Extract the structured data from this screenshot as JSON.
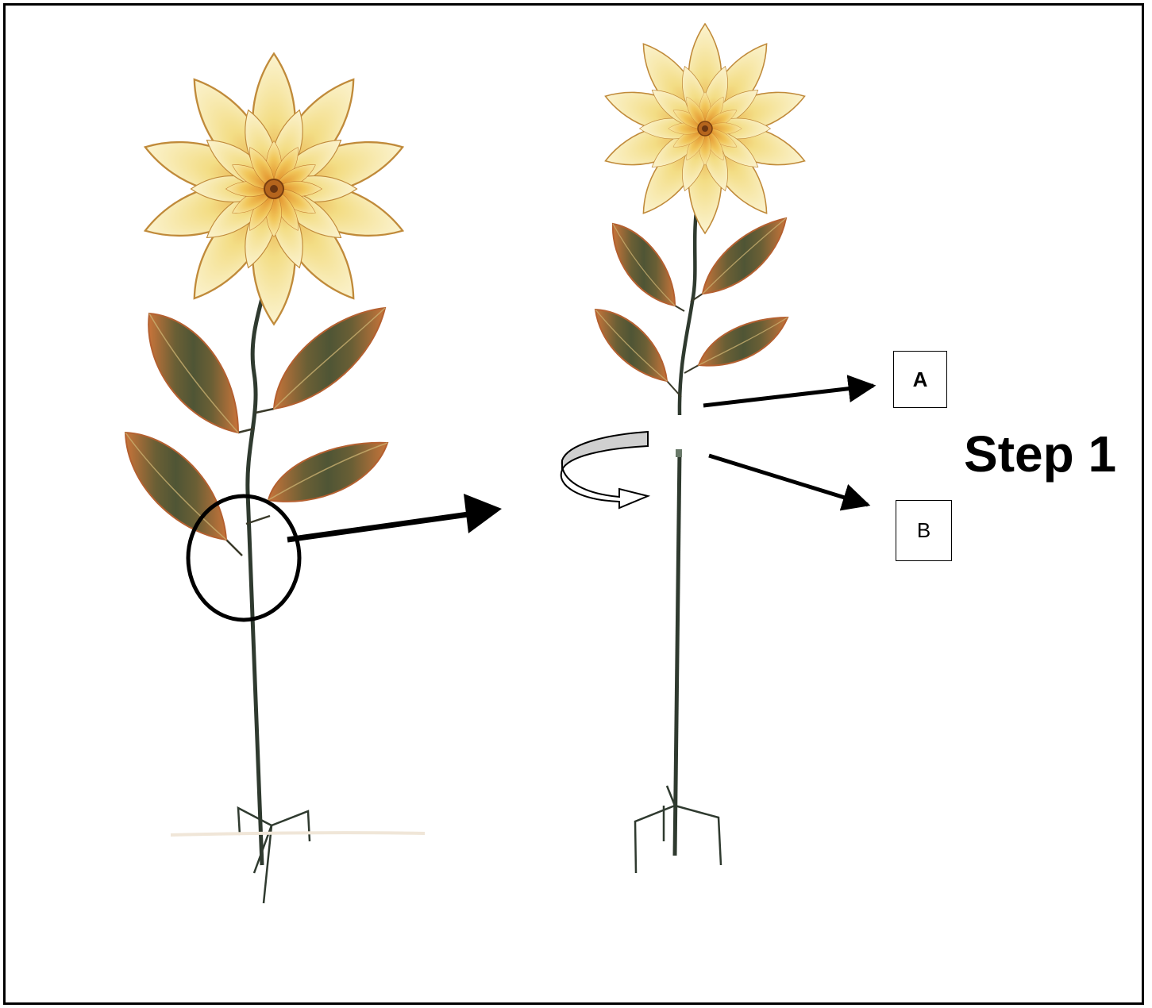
{
  "step_title": "Step 1",
  "labels": {
    "a": "A",
    "b": "B"
  },
  "icons": [
    "flower-stake-assembled",
    "flower-stake-detail",
    "rotate-arrow-icon",
    "zoom-circle",
    "pointer-arrow"
  ],
  "colors": {
    "petal": "#f3dd85",
    "petal_tip": "#fbf3d0",
    "center": "#e9a83a",
    "leaf_edge": "#c9743a",
    "leaf_center": "#5b5d37",
    "stem": "#2f3a2f",
    "rotate_fill": "#d0d0d0"
  }
}
